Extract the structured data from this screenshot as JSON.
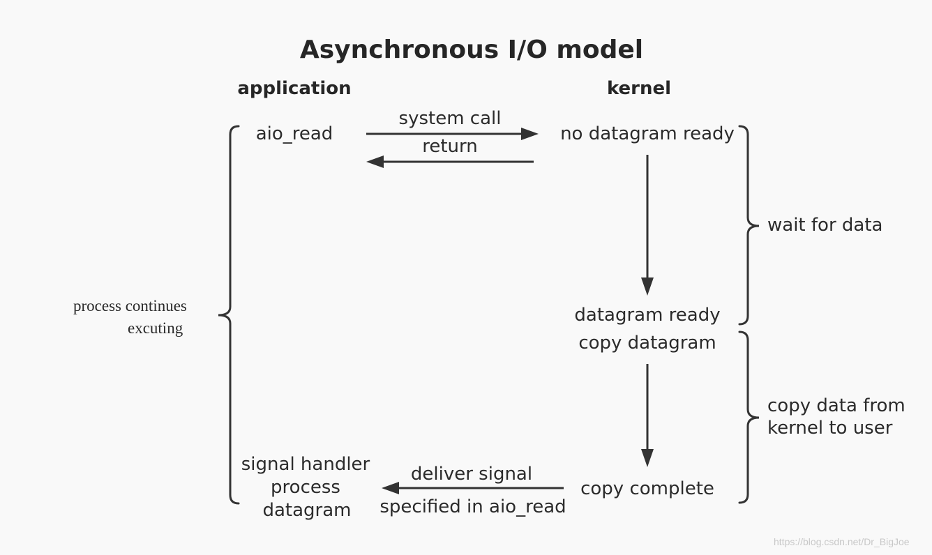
{
  "title": "Asynchronous I/O model",
  "columns": {
    "application": "application",
    "kernel": "kernel"
  },
  "application": {
    "aio_read": "aio_read",
    "handler_line1": "signal handler",
    "handler_line2": "process",
    "handler_line3": "datagram"
  },
  "kernel": {
    "no_datagram_ready": "no datagram ready",
    "datagram_ready": "datagram ready",
    "copy_datagram": "copy datagram",
    "copy_complete": "copy complete"
  },
  "arrows": {
    "system_call": "system call",
    "return": "return",
    "deliver_signal": "deliver signal",
    "specified_in_aio_read": "specified in aio_read"
  },
  "phases": {
    "wait_for_data": "wait for data",
    "copy_data_line1": "copy data from",
    "copy_data_line2": "kernel to user",
    "process_line1": "process continues",
    "process_line2": "excuting"
  },
  "watermark": "https://blog.csdn.net/Dr_BigJoe",
  "colors": {
    "background": "#f9f9f9",
    "line": "#333333",
    "text": "#2b2b2b"
  }
}
